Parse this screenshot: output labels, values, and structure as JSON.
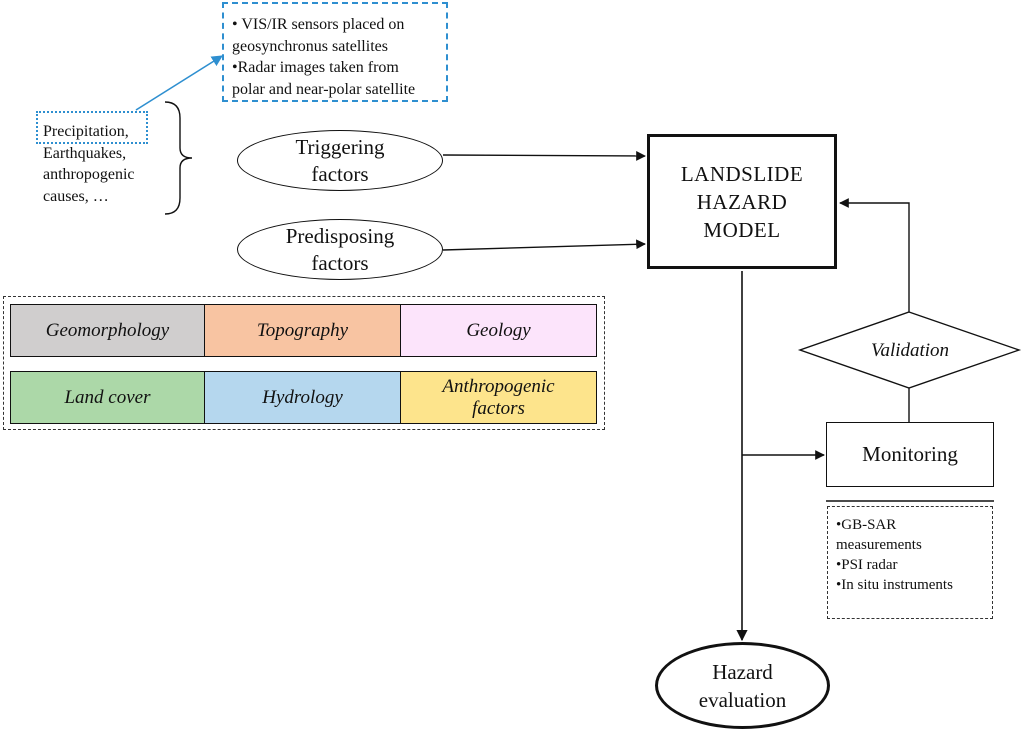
{
  "satellites": {
    "lines": [
      "•  VIS/IR sensors placed on",
      "geosynchronus satellites",
      "•Radar images taken from",
      "polar and near-polar satellite"
    ]
  },
  "causes": {
    "lines": [
      "Precipitation,",
      "Earthquakes,",
      "anthropogenic",
      "causes, …"
    ]
  },
  "triggering": {
    "line1": "Triggering",
    "line2": "factors"
  },
  "predisposing": {
    "line1": "Predisposing",
    "line2": "factors"
  },
  "model": {
    "line1": "LANDSLIDE",
    "line2": "HAZARD",
    "line3": "MODEL"
  },
  "factors": {
    "geomorphology": "Geomorphology",
    "topography": "Topography",
    "geology": "Geology",
    "land_cover": "Land cover",
    "hydrology": "Hydrology",
    "anthropogenic_line1": "Anthropogenic",
    "anthropogenic_line2": "factors"
  },
  "validation": "Validation",
  "monitoring": "Monitoring",
  "instruments": {
    "lines": [
      "•GB-SAR",
      "measurements",
      "•PSI radar",
      "•In situ instruments"
    ]
  },
  "hazard": {
    "line1": "Hazard",
    "line2": "evaluation"
  },
  "colors": {
    "accent_blue": "#2e8fd0",
    "geomorphology": "#d0cece",
    "topography": "#f8c4a2",
    "geology": "#fce4fb",
    "land_cover": "#acd8a8",
    "hydrology": "#b5d7ee",
    "anthropogenic": "#fde48c"
  }
}
